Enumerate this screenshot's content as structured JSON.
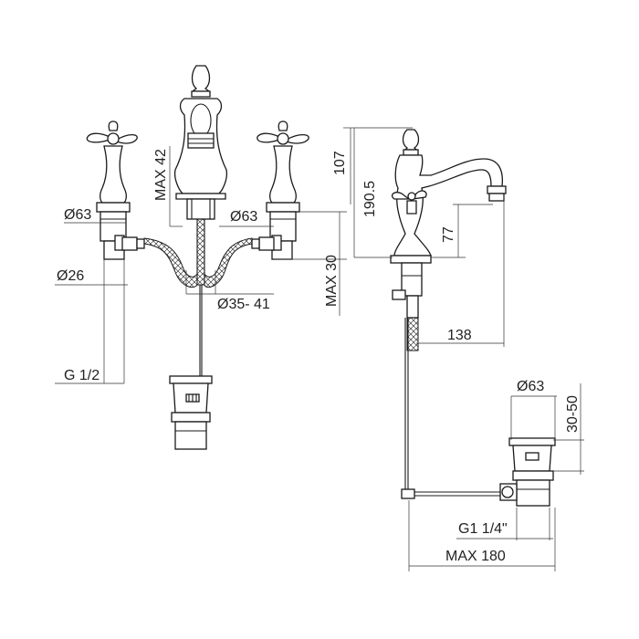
{
  "front_view": {
    "labels": {
      "max42": "MAX 42",
      "d63_left": "Ø63",
      "d63_right": "Ø63",
      "d26": "Ø26",
      "d35_41": "Ø35- 41",
      "g12": "G 1/2",
      "max30": "MAX 30"
    }
  },
  "side_view": {
    "labels": {
      "h107": "107",
      "h1905": "190.5",
      "h77": "77",
      "w138": "138",
      "d63": "Ø63",
      "h3050": "30-50",
      "g114": "G1 1/4\"",
      "max180": "MAX 180"
    }
  },
  "colors": {
    "line": "#1a1a1a",
    "background": "#ffffff"
  }
}
